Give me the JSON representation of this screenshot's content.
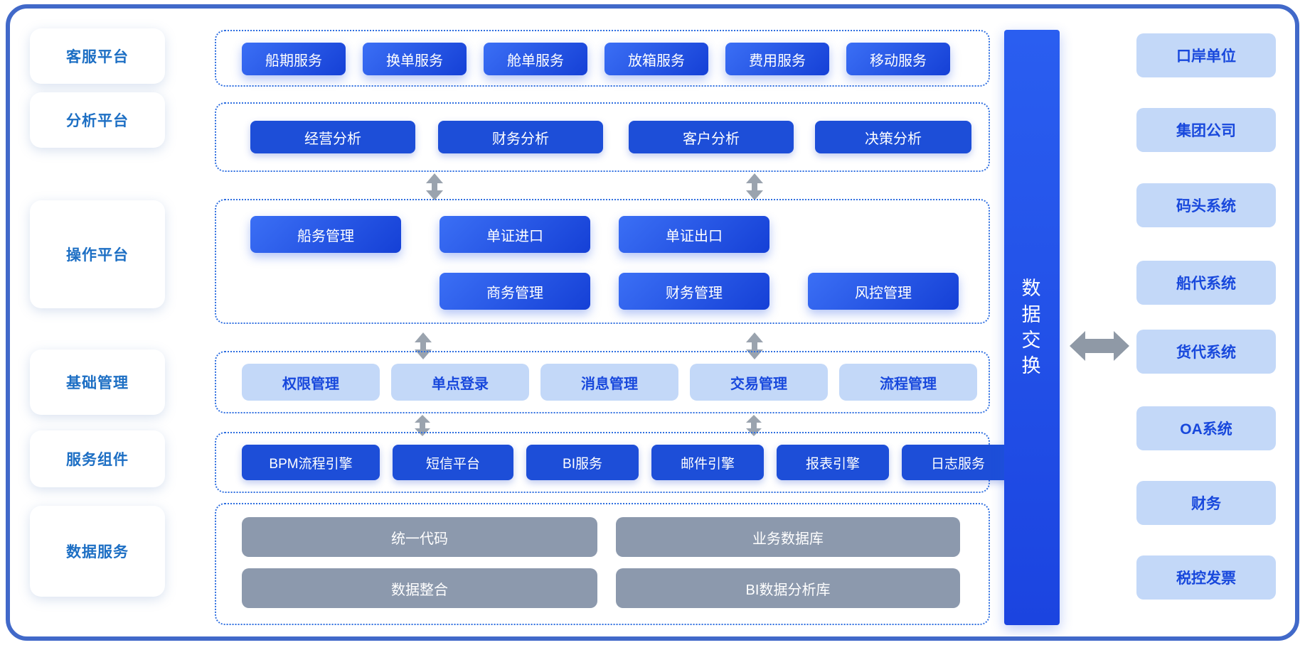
{
  "frame": {
    "accent": "#4169c9"
  },
  "sidebar": {
    "items": [
      {
        "label": "客服平台"
      },
      {
        "label": "分析平台"
      },
      {
        "label": "操作平台"
      },
      {
        "label": "基础管理"
      },
      {
        "label": "服务组件"
      },
      {
        "label": "数据服务"
      }
    ]
  },
  "sections": {
    "customer_service": {
      "title": "客服平台",
      "items": [
        {
          "label": "船期服务"
        },
        {
          "label": "换单服务"
        },
        {
          "label": "舱单服务"
        },
        {
          "label": "放箱服务"
        },
        {
          "label": "费用服务"
        },
        {
          "label": "移动服务"
        }
      ]
    },
    "analysis": {
      "title": "分析平台",
      "items": [
        {
          "label": "经营分析"
        },
        {
          "label": "财务分析"
        },
        {
          "label": "客户分析"
        },
        {
          "label": "决策分析"
        }
      ]
    },
    "operation": {
      "title": "操作平台",
      "row1": [
        {
          "label": "船务管理"
        },
        {
          "label": "单证进口"
        },
        {
          "label": "单证出口"
        }
      ],
      "row2": [
        {
          "label": "商务管理"
        },
        {
          "label": "财务管理"
        },
        {
          "label": "风控管理"
        }
      ]
    },
    "base_management": {
      "title": "基础管理",
      "items": [
        {
          "label": "权限管理"
        },
        {
          "label": "单点登录"
        },
        {
          "label": "消息管理"
        },
        {
          "label": "交易管理"
        },
        {
          "label": "流程管理"
        }
      ]
    },
    "service_components": {
      "title": "服务组件",
      "items": [
        {
          "label": "BPM流程引擎"
        },
        {
          "label": "短信平台"
        },
        {
          "label": "BI服务"
        },
        {
          "label": "邮件引擎"
        },
        {
          "label": "报表引擎"
        },
        {
          "label": "日志服务"
        }
      ]
    },
    "data_services": {
      "title": "数据服务",
      "row1": [
        {
          "label": "统一代码"
        },
        {
          "label": "业务数据库"
        }
      ],
      "row2": [
        {
          "label": "数据整合"
        },
        {
          "label": "BI数据分析库"
        }
      ]
    }
  },
  "exchange": {
    "label": "数据交换",
    "chars": [
      "数",
      "据",
      "交",
      "换"
    ],
    "color": "#1b44e0"
  },
  "external_systems": {
    "items": [
      {
        "label": "口岸单位"
      },
      {
        "label": "集团公司"
      },
      {
        "label": "码头系统"
      },
      {
        "label": "船代系统"
      },
      {
        "label": "货代系统"
      },
      {
        "label": "OA系统"
      },
      {
        "label": "财务"
      },
      {
        "label": "税控发票"
      }
    ]
  },
  "colors": {
    "chip_gradient_from": "#3b6ff5",
    "chip_gradient_to": "#1540d6",
    "chip_flat": "#1d4ed8",
    "chip_light": "#c3d8f8",
    "chip_light_text": "#1848dc",
    "chip_gray": "#8c99ad",
    "label_text": "#1d6fc4",
    "group_border": "#2f6fe0",
    "arrow": "#9aa3ae"
  }
}
